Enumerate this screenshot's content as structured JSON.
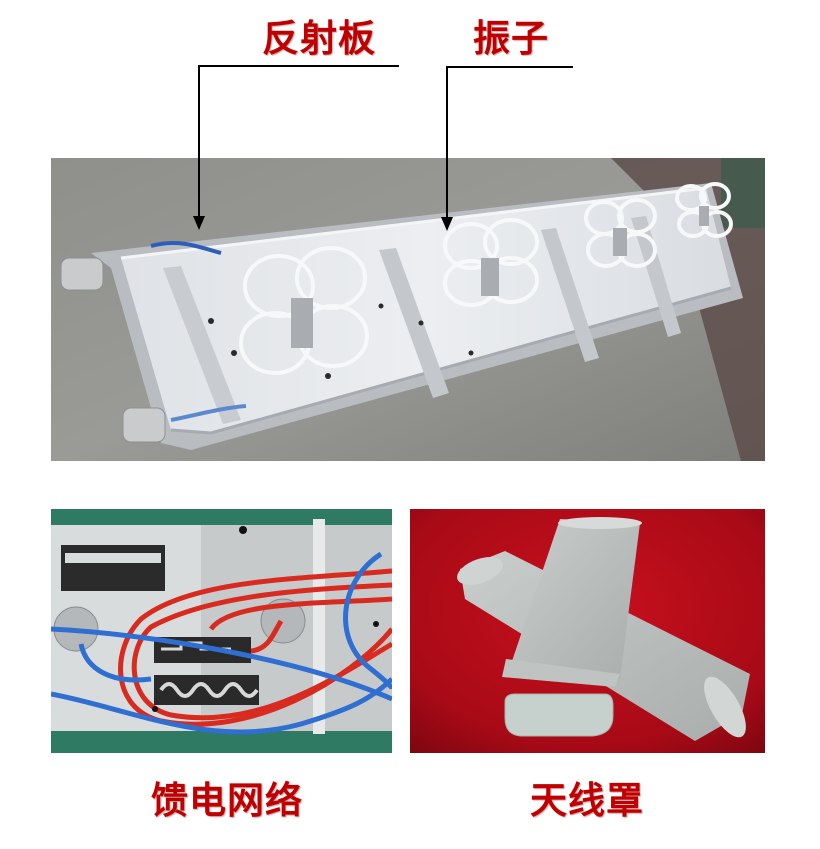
{
  "labels": {
    "reflector": "反射板",
    "dipole": "振子",
    "feed_network": "馈电网络",
    "radome": "天线罩"
  },
  "colors": {
    "label_red": "#c00000",
    "arrow": "#000000",
    "background": "#ffffff"
  },
  "figures": [
    {
      "id": "main",
      "description": "base station antenna panel with reflector and dipole elements",
      "callouts": [
        "反射板",
        "振子"
      ]
    },
    {
      "id": "bottom-left",
      "description": "feed network PCB with red and blue coaxial cables",
      "caption": "馈电网络"
    },
    {
      "id": "bottom-right",
      "description": "antenna radome covers on red cloth",
      "caption": "天线罩"
    }
  ]
}
